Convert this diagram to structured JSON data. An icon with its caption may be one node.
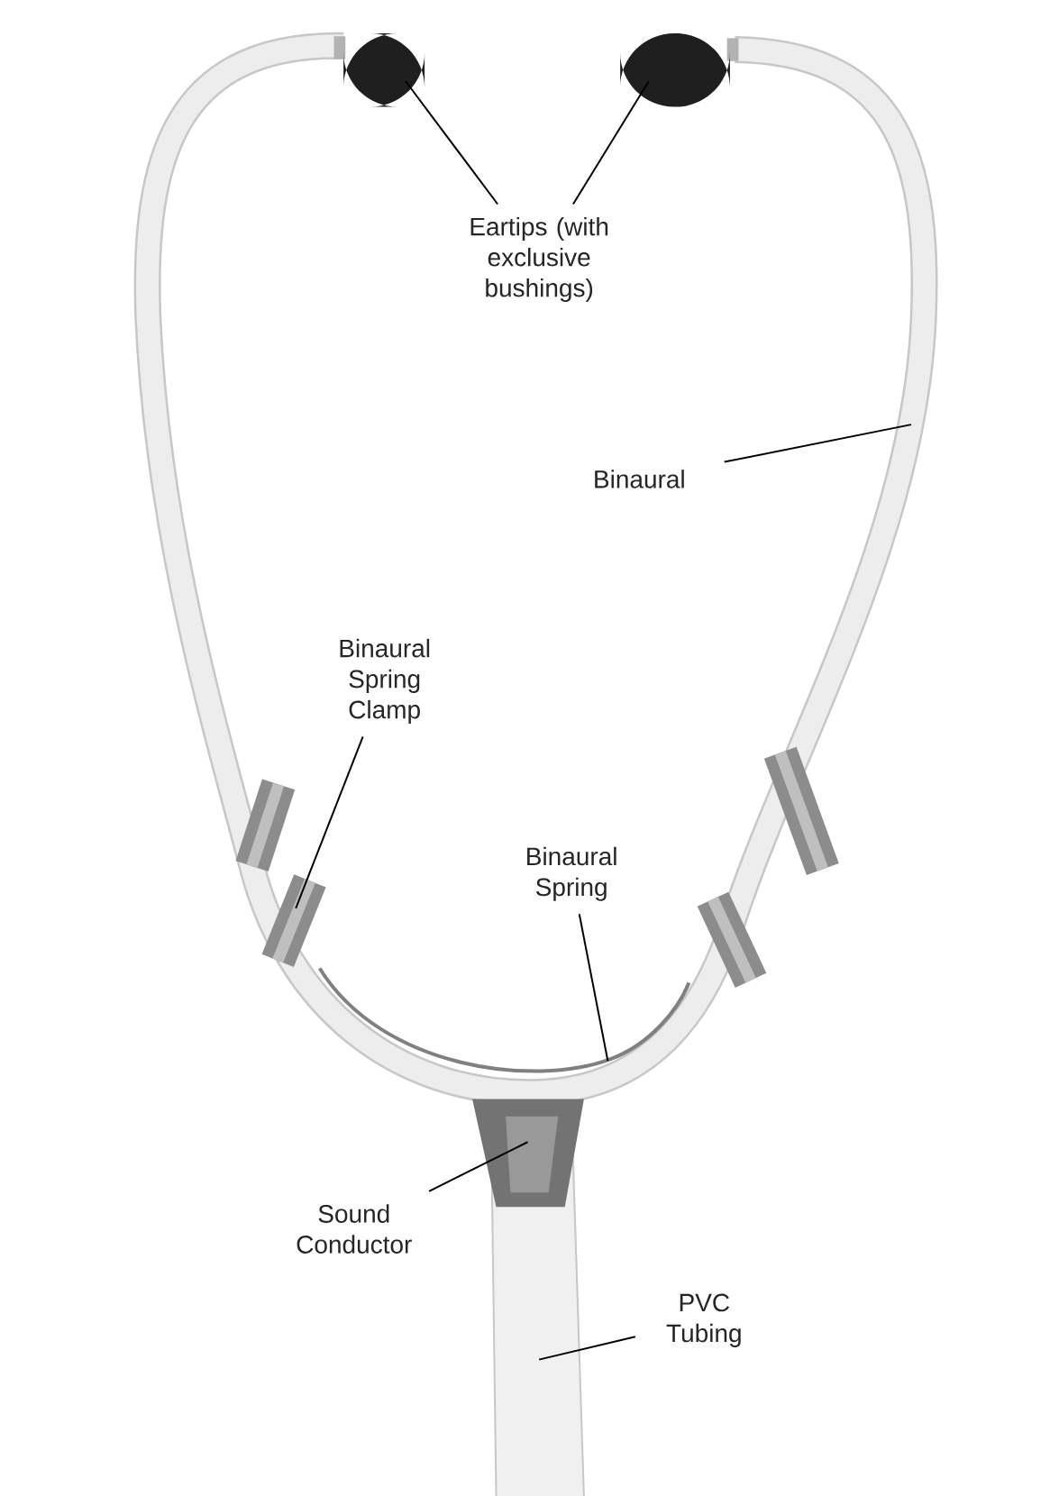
{
  "diagram": {
    "nodes": [
      {
        "text": [
          "Eartips (with exclusive bushings)"
        ]
      },
      {
        "text": [
          "Binaural"
        ]
      },
      {
        "text": [
          "Binaural Spring Clamp"
        ]
      },
      {
        "text": [
          "Binaural Spring"
        ]
      },
      {
        "text": [
          "Sound Conductor"
        ]
      },
      {
        "text": [
          "PVC Tubing"
        ]
      }
    ],
    "edges": [
      {
        "from": 0,
        "to": null,
        "arrow": "none"
      },
      {
        "from": 0,
        "to": null,
        "arrow": "none"
      },
      {
        "from": 1,
        "to": null,
        "arrow": "none"
      },
      {
        "from": 2,
        "to": null,
        "arrow": "none"
      },
      {
        "from": 3,
        "to": null,
        "arrow": "none"
      },
      {
        "from": 4,
        "to": null,
        "arrow": "none"
      },
      {
        "from": 5,
        "to": null,
        "arrow": "none"
      }
    ]
  }
}
